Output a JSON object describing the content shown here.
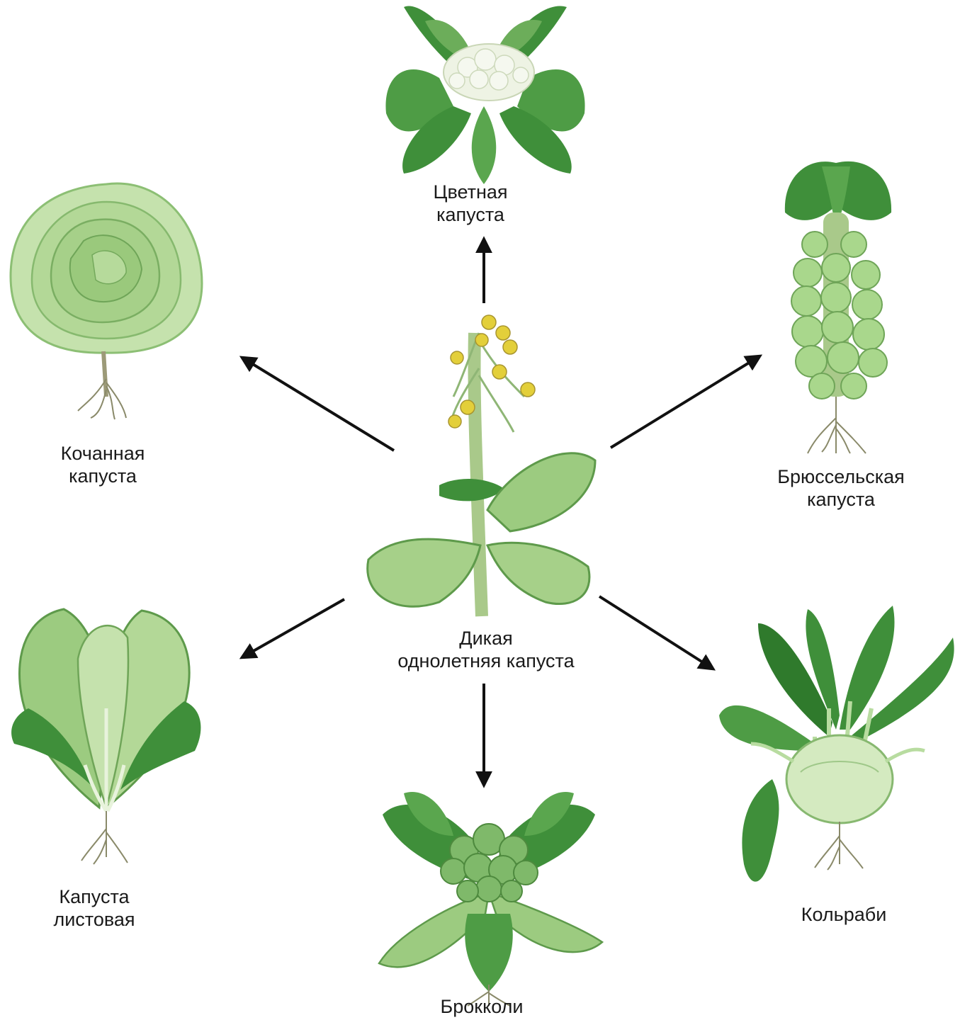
{
  "center": {
    "line1": "Дикая",
    "line2": "однолетняя капуста"
  },
  "varieties": [
    {
      "id": "cauliflower",
      "line1": "Цветная",
      "line2": "капуста"
    },
    {
      "id": "head-cabbage",
      "line1": "Кочанная",
      "line2": "капуста"
    },
    {
      "id": "brussels-sprouts",
      "line1": "Брюссельская",
      "line2": "капуста"
    },
    {
      "id": "leaf-cabbage",
      "line1": "Капуста",
      "line2": "листовая"
    },
    {
      "id": "kohlrabi",
      "line1": "Кольраби",
      "line2": ""
    },
    {
      "id": "broccoli",
      "line1": "Брокколи",
      "line2": ""
    }
  ],
  "colors": {
    "leaf_dark": "#3f8f3a",
    "leaf_mid": "#6cad5a",
    "leaf_light": "#b8dca0",
    "leaf_pale": "#dcefc9",
    "stem": "#a9c98a",
    "flower": "#e3cf3a",
    "root": "#8a8a6a",
    "arrow": "#111111",
    "text": "#1a1a1a"
  }
}
